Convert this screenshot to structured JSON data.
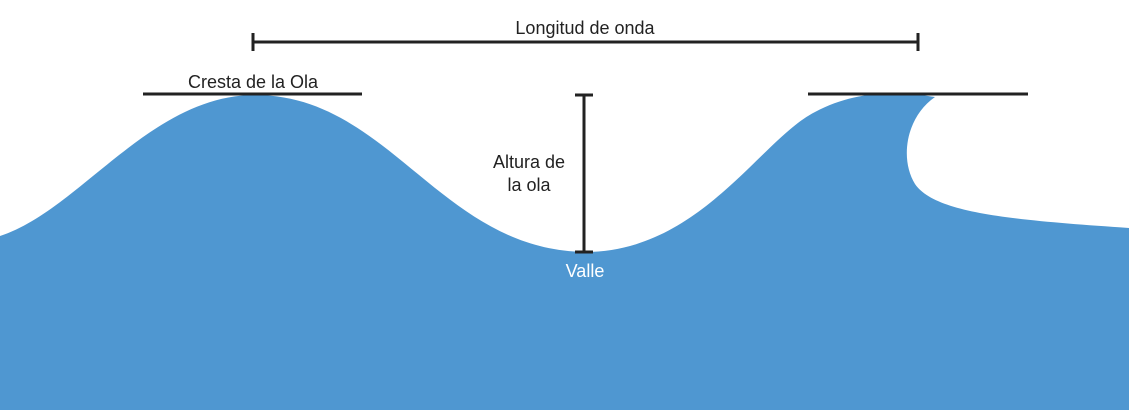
{
  "diagram": {
    "labels": {
      "wavelength": "Longitud de onda",
      "crest": "Cresta de la Ola",
      "height_line1": "Altura de",
      "height_line2": "la ola",
      "trough": "Valle"
    },
    "colors": {
      "water": "#4f97d1",
      "lines": "#222222",
      "background": "#ffffff",
      "trough_label": "#ffffff"
    }
  }
}
